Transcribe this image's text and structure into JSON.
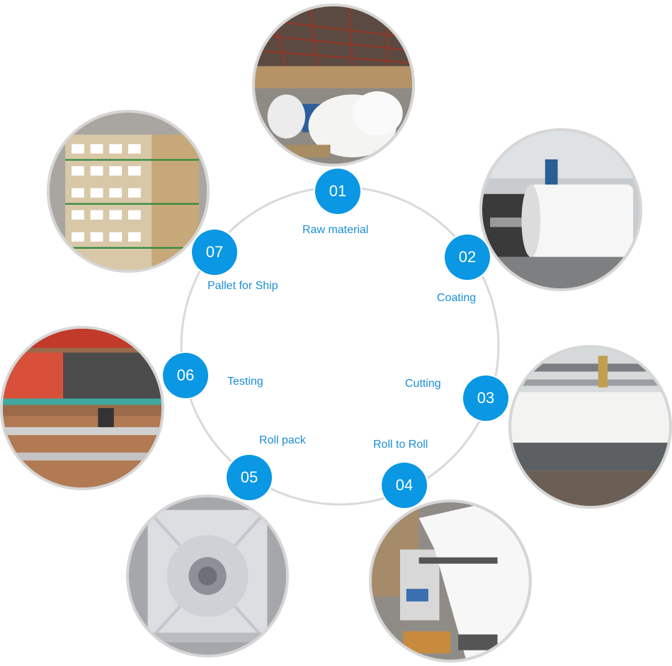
{
  "accent_color": "#0a97e3",
  "label_color": "#1a8fd8",
  "ring_color": "#d9d9d9",
  "steps": [
    {
      "number": "01",
      "label": "Raw material",
      "photo": "warehouse-paper-rolls-photo"
    },
    {
      "number": "02",
      "label": "Coating",
      "photo": "coating-machine-roll-photo"
    },
    {
      "number": "03",
      "label": "Cutting",
      "photo": "cutting-machine-film-photo"
    },
    {
      "number": "04",
      "label": "Roll to Roll",
      "photo": "roll-to-roll-machine-photo"
    },
    {
      "number": "05",
      "label": "Roll pack",
      "photo": "roll-pack-box-photo"
    },
    {
      "number": "06",
      "label": "Testing",
      "photo": "testing-red-roll-photo"
    },
    {
      "number": "07",
      "label": "Pallet for Ship",
      "photo": "pallet-cartons-photo"
    }
  ]
}
